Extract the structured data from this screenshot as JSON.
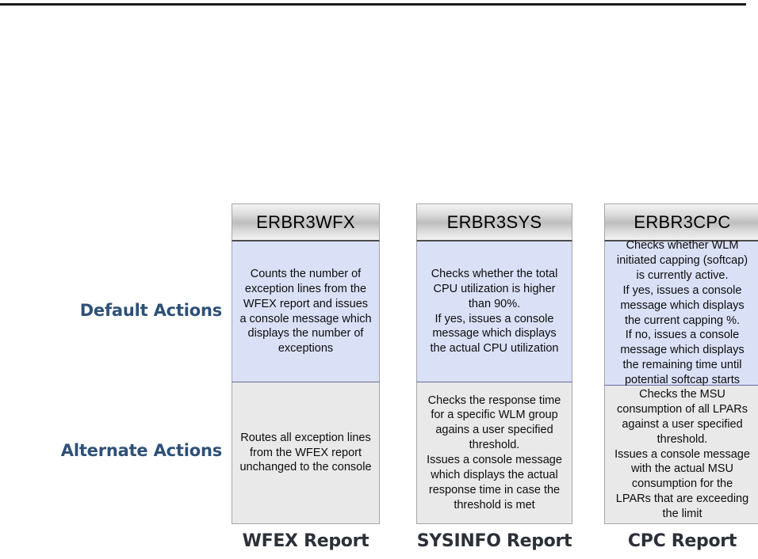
{
  "slide": {
    "row_labels": {
      "default": "Default Actions",
      "alternate": "Alternate Actions"
    },
    "label_color": "#2e5077",
    "caption_color": "#2c3038",
    "default_cell_color": "#dae1f7",
    "alternate_cell_color": "#e9e9e9"
  },
  "columns": [
    {
      "header": "ERBR3WFX",
      "caption": "WFEX Report",
      "default_action": "Counts the number of\nexception lines from the\nWFEX report and issues\na console message which\ndisplays the number of\nexceptions",
      "alternate_action": "Routes all  exception lines\nfrom the WFEX report\nunchanged to the console"
    },
    {
      "header": "ERBR3SYS",
      "caption": "SYSINFO Report",
      "default_action": "Checks whether the total\nCPU utilization is higher\nthan 90%.\nIf yes, issues a console\nmessage which displays\nthe actual CPU utilization",
      "alternate_action": "Checks the response time\nfor a specific WLM group\nagains a user specified\nthreshold.\nIssues a console message\nwhich displays the actual\nresponse time in case the\nthreshold is met"
    },
    {
      "header": "ERBR3CPC",
      "caption": "CPC Report",
      "default_action": "Checks whether WLM\ninitiated capping (softcap)\nis currently active.\nIf yes, issues a console\nmessage which displays\nthe current capping %.\nIf no, issues a console\nmessage which displays\nthe remaining time until\npotential softcap starts",
      "alternate_action": "Checks the MSU\nconsumption of all LPARs\nagainst a user specified\nthreshold.\nIssues a console message\nwith the actual MSU\nconsumption for the\nLPARs that are exceeding\nthe limit"
    }
  ]
}
